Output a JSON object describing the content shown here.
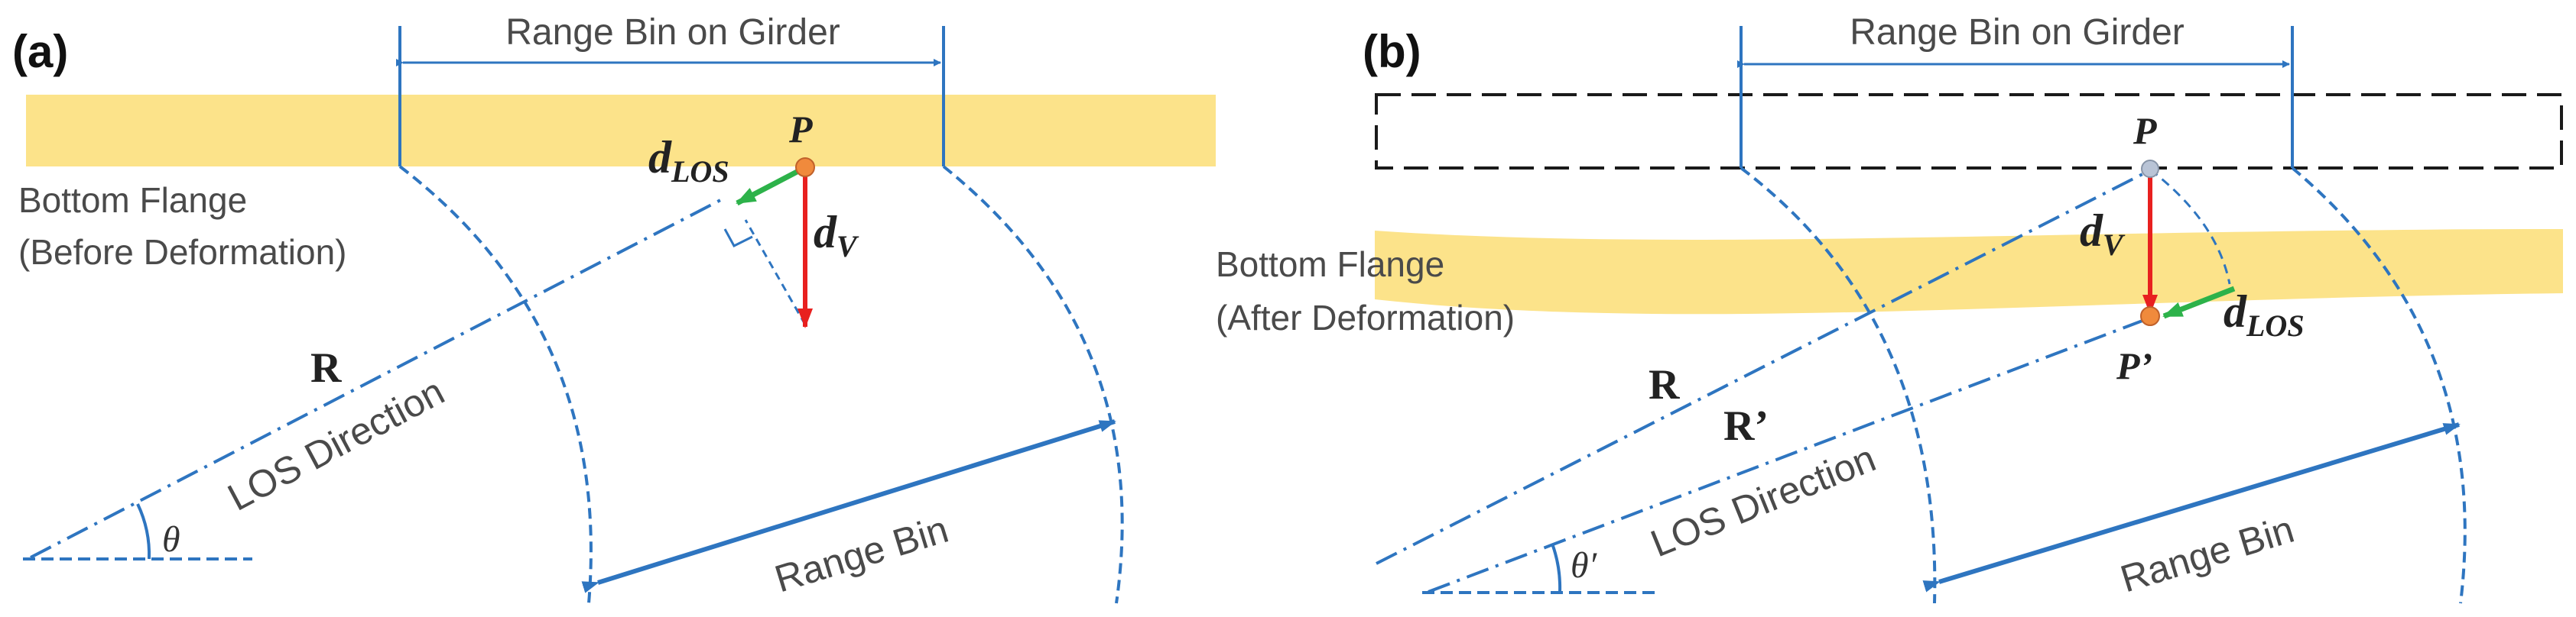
{
  "panel_a": {
    "label": "(a)",
    "range_bin_on_girder": "Range Bin on Girder",
    "flange_line1": "Bottom Flange",
    "flange_line2": "(Before Deformation)",
    "point_p": "P",
    "d_los_main": "d",
    "d_los_sub": "LOS",
    "d_v_main": "d",
    "d_v_sub": "V",
    "r_label": "R",
    "los_direction": "LOS Direction",
    "theta": "θ",
    "range_bin": "Range Bin"
  },
  "panel_b": {
    "label": "(b)",
    "range_bin_on_girder": "Range Bin on Girder",
    "flange_line1": "Bottom Flange",
    "flange_line2": "(After Deformation)",
    "point_p": "P",
    "point_p_prime": "P’",
    "d_v_main": "d",
    "d_v_sub": "V",
    "d_los_main": "d",
    "d_los_sub": "LOS",
    "r_label": "R",
    "r_prime_label": "R’",
    "los_direction": "LOS Direction",
    "theta_prime": "θ′",
    "range_bin": "Range Bin"
  },
  "colors": {
    "flange": "#FCE38A",
    "blue": "#2E75C0",
    "red": "#E8201F",
    "green": "#2DB24A",
    "point": "#F08A3C"
  }
}
